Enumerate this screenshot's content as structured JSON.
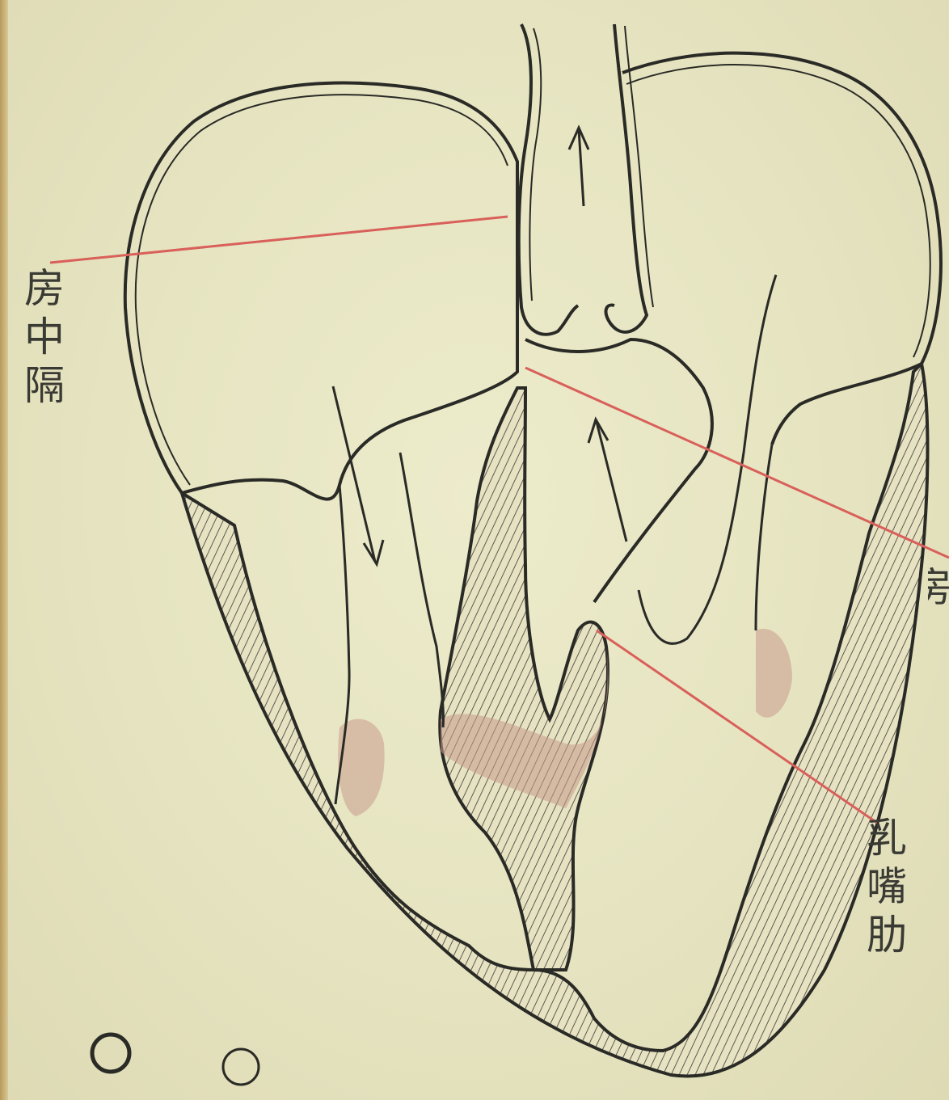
{
  "labels": {
    "atrial_septum": "房中隔",
    "papillary_muscle": "乳嘴肋",
    "right_edge_partial": "房"
  },
  "colors": {
    "paper": "#e8e6c4",
    "ink": "#2a2a26",
    "leader_lines": "#d9605a",
    "muscle_tint": "#c99a8c"
  }
}
